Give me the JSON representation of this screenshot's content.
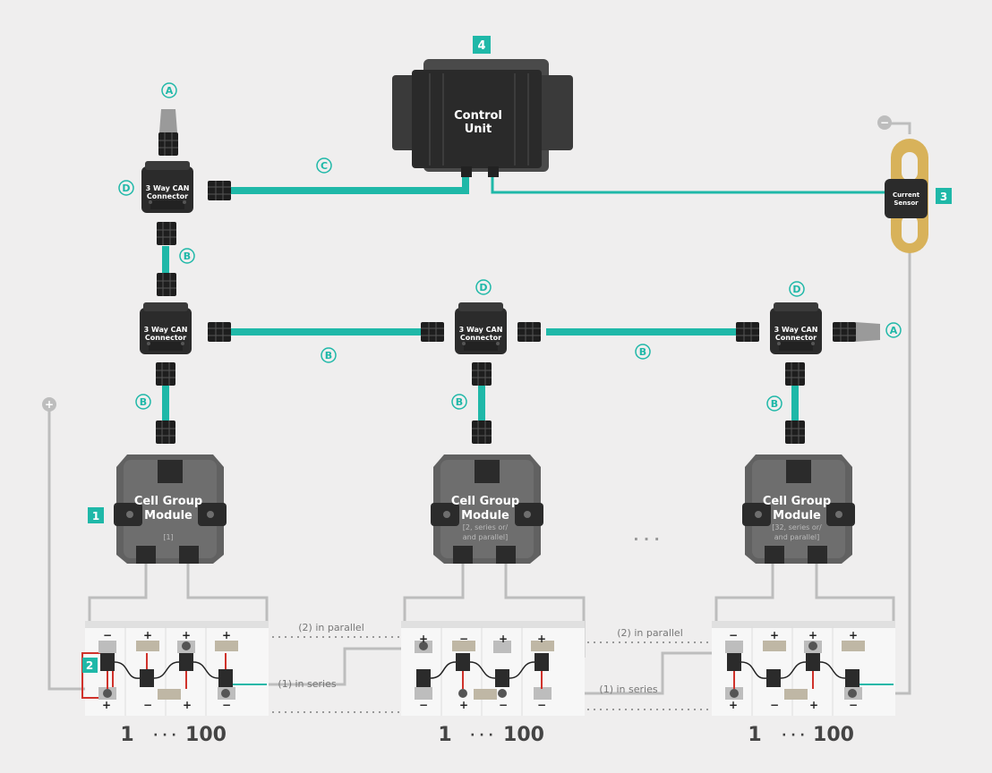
{
  "control_unit": {
    "number": "4",
    "line1": "Control",
    "line2": "Unit"
  },
  "current_sensor": {
    "number": "3",
    "line1": "Current",
    "line2": "Sensor",
    "neg": "−"
  },
  "pos_terminal": "+",
  "can_connector": {
    "line1": "3 Way CAN",
    "line2": "Connector"
  },
  "letters": {
    "a": "A",
    "b": "B",
    "c": "C",
    "d": "D"
  },
  "modules": [
    {
      "number": "1",
      "line1": "Cell Group",
      "line2": "Module",
      "sub1": "[1]",
      "sub2": ""
    },
    {
      "number": "",
      "line1": "Cell Group",
      "line2": "Module",
      "sub1": "[2, series or/",
      "sub2": "and parallel]"
    },
    {
      "number": "",
      "line1": "Cell Group",
      "line2": "Module",
      "sub1": "[32, series or/",
      "sub2": "and parallel]"
    }
  ],
  "cell_group_number": "2",
  "ellipsis": "· · ·",
  "links": {
    "parallel": "(2) in parallel",
    "series": "(1) in series"
  },
  "cell_range": {
    "start": "1",
    "dots": "· · ·",
    "end": "100"
  },
  "colors": {
    "teal": "#1fb8a8",
    "dark": "#2b2b2b",
    "grey": "#bdbdbd",
    "red": "#d0322b",
    "gold": "#d8b25a"
  }
}
